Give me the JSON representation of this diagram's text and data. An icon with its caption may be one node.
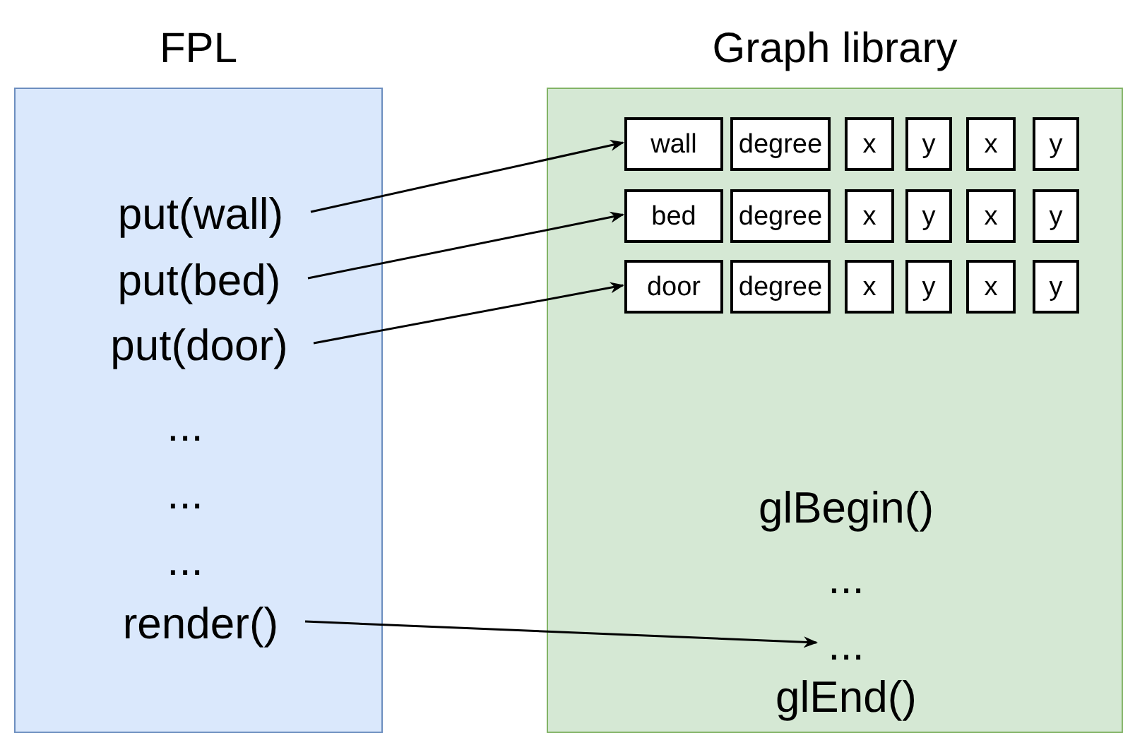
{
  "diagram": {
    "nodes": [
      {
        "text": [
          "FPL"
        ]
      },
      {
        "text": [
          "put(wall)"
        ],
        "in": 0
      },
      {
        "text": [
          "put(bed)"
        ],
        "in": 0
      },
      {
        "text": [
          "put(door)"
        ],
        "in": 0
      },
      {
        "text": [
          "..."
        ],
        "in": 0
      },
      {
        "text": [
          "..."
        ],
        "in": 0
      },
      {
        "text": [
          "..."
        ],
        "in": 0
      },
      {
        "text": [
          "render()"
        ],
        "in": 0
      },
      {
        "text": [
          "Graph library"
        ]
      },
      {
        "text": [
          "wall"
        ],
        "in": 8
      },
      {
        "text": [
          "degree"
        ],
        "in": 8
      },
      {
        "text": [
          "x"
        ],
        "in": 8
      },
      {
        "text": [
          "y"
        ],
        "in": 8
      },
      {
        "text": [
          "x"
        ],
        "in": 8
      },
      {
        "text": [
          "y"
        ],
        "in": 8
      },
      {
        "text": [
          "bed"
        ],
        "in": 8
      },
      {
        "text": [
          "degree"
        ],
        "in": 8
      },
      {
        "text": [
          "x"
        ],
        "in": 8
      },
      {
        "text": [
          "y"
        ],
        "in": 8
      },
      {
        "text": [
          "x"
        ],
        "in": 8
      },
      {
        "text": [
          "y"
        ],
        "in": 8
      },
      {
        "text": [
          "door"
        ],
        "in": 8
      },
      {
        "text": [
          "degree"
        ],
        "in": 8
      },
      {
        "text": [
          "x"
        ],
        "in": 8
      },
      {
        "text": [
          "y"
        ],
        "in": 8
      },
      {
        "text": [
          "x"
        ],
        "in": 8
      },
      {
        "text": [
          "y"
        ],
        "in": 8
      },
      {
        "text": [
          "glBegin()"
        ],
        "in": 8
      },
      {
        "text": [
          "..."
        ],
        "in": 8
      },
      {
        "text": [
          "..."
        ],
        "in": 8
      },
      {
        "text": [
          "glEnd()"
        ],
        "in": 8
      }
    ],
    "edges": [
      {
        "from": 1,
        "to": 9,
        "arrow": "to"
      },
      {
        "from": 2,
        "to": 15,
        "arrow": "to"
      },
      {
        "from": 3,
        "to": 21,
        "arrow": "to"
      },
      {
        "from": 7,
        "to": 29,
        "arrow": "to"
      }
    ]
  }
}
